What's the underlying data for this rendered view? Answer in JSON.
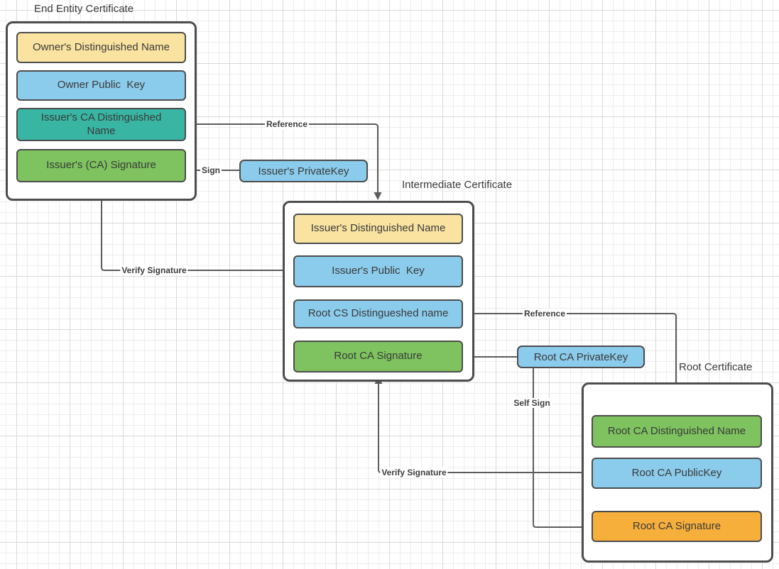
{
  "palette": {
    "yellow": "#FAE3A1",
    "blue": "#8BCBEB",
    "teal": "#38B5A3",
    "green": "#7EC35F",
    "orange": "#F7AF3C",
    "line": "#5C5C5C",
    "border": "#4D4D4D",
    "text": "#3A3A3A"
  },
  "certificates": [
    {
      "title": "End Entity Certificate",
      "fields": [
        {
          "label": "Owner's Distinguished Name",
          "color": "yellow"
        },
        {
          "label": "Owner Public  Key",
          "color": "blue"
        },
        {
          "label": "Issuer's CA Distinguished Name",
          "color": "teal"
        },
        {
          "label": "Issuer's (CA) Signature",
          "color": "green"
        }
      ]
    },
    {
      "title": "Intermediate Certificate",
      "fields": [
        {
          "label": "Issuer's Distinguished Name",
          "color": "yellow"
        },
        {
          "label": "Issuer's Public  Key",
          "color": "blue"
        },
        {
          "label": "Root CS Distingueshed name",
          "color": "blue"
        },
        {
          "label": "Root CA Signature",
          "color": "green"
        }
      ]
    },
    {
      "title": "Root Certificate",
      "fields": [
        {
          "label": "Root CA Distinguished Name",
          "color": "green"
        },
        {
          "label": "Root CA PublicKey",
          "color": "blue"
        },
        {
          "label": "Root CA Signature",
          "color": "orange"
        }
      ]
    }
  ],
  "keys": [
    {
      "label": "Issuer's PrivateKey",
      "color": "blue"
    },
    {
      "label": "Root CA PrivateKey",
      "color": "blue"
    }
  ],
  "connectors": {
    "reference_1": "Reference",
    "sign": "Sign",
    "verify_signature_1": "Verify Signature",
    "reference_2": "Reference",
    "self_sign": "Self Sign",
    "verify_signature_2": "Verify Signature"
  }
}
